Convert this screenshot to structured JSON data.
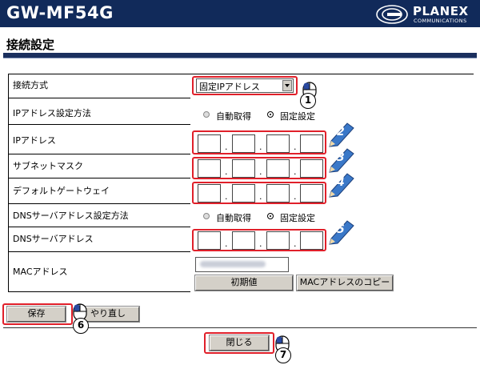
{
  "header": {
    "model": "GW-MF54G",
    "logo_brand": "PLANEX",
    "logo_sub": "COMMUNICATIONS",
    "page_title": "接続設定"
  },
  "form": {
    "connection_type": {
      "label": "接続方式",
      "value": "固定IPアドレス"
    },
    "ip_method": {
      "label": "IPアドレス設定方法",
      "option_auto": "自動取得",
      "option_fixed": "固定設定",
      "selected": "固定設定"
    },
    "ip_address": {
      "label": "IPアドレス",
      "octets": [
        "",
        "",
        "",
        ""
      ]
    },
    "subnet_mask": {
      "label": "サブネットマスク",
      "octets": [
        "",
        "",
        "",
        ""
      ]
    },
    "default_gateway": {
      "label": "デフォルトゲートウェイ",
      "octets": [
        "",
        "",
        "",
        ""
      ]
    },
    "dns_method": {
      "label": "DNSサーバアドレス設定方法",
      "option_auto": "自動取得",
      "option_fixed": "固定設定",
      "selected": "固定設定"
    },
    "dns_address": {
      "label": "DNSサーバアドレス",
      "octets": [
        "",
        "",
        "",
        ""
      ]
    },
    "mac": {
      "label": "MACアドレス",
      "default_button": "初期値",
      "copy_button": "MACアドレスのコピー"
    }
  },
  "buttons": {
    "save": "保存",
    "redo": "やり直し",
    "close": "閉じる"
  },
  "callouts": [
    "1",
    "2",
    "3",
    "4",
    "5",
    "6",
    "7"
  ],
  "colors": {
    "header_bg": "#112a5a",
    "highlight": "#e0202a",
    "pencil": "#3a78c8"
  }
}
